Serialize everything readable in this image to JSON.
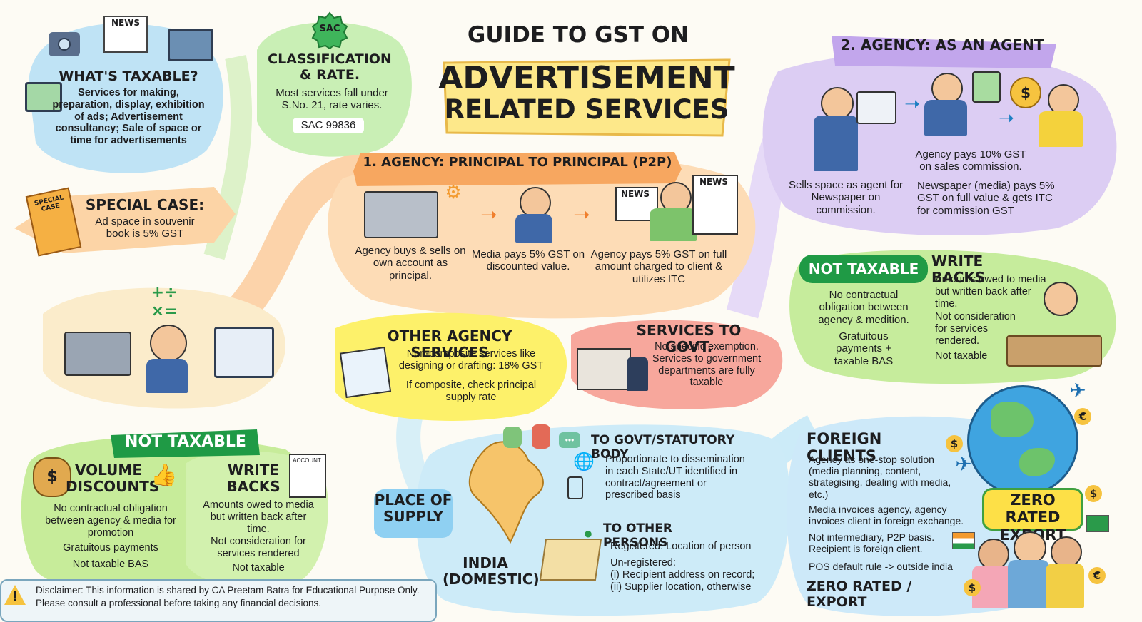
{
  "header": {
    "line1": "GUIDE TO GST ON",
    "line2": "ADVERTISEMENT",
    "line3": "RELATED SERVICES"
  },
  "taxable": {
    "title": "WHAT'S TAXABLE?",
    "body": "Services for making, preparation, display, exhibition of ads; Advertisement consultancy; Sale of space or time for advertisements",
    "news_label": "NEWS"
  },
  "classification": {
    "badge": "SAC",
    "title": "CLASSIFICATION & RATE.",
    "body": "Most services fall under S.No. 21, rate varies.",
    "code": "SAC 99836"
  },
  "special": {
    "book_label": "SPECIAL CASE",
    "title": "SPECIAL CASE:",
    "body": "Ad space in souvenir book is 5% GST"
  },
  "p2p": {
    "banner": "1. AGENCY: PRINCIPAL TO PRINCIPAL (P2P)",
    "step1": "Agency buys & sells on own account as principal.",
    "step2": "Media pays 5% GST on discounted value.",
    "step3": "Agency pays 5% GST on full amount charged to client & utilizes ITC",
    "news1": "NEWS",
    "news2": "NEWS"
  },
  "agent": {
    "banner": "2. AGENCY: AS AN AGENT",
    "left": "Sells space as agent for Newspaper on commission.",
    "right1": "Agency pays 10% GST on sales commission.",
    "right2": "Newspaper (media) pays 5% GST on full value & gets ITC for commission GST"
  },
  "other_services": {
    "title": "OTHER AGENCY SERVICES",
    "body1": "Non-composite services like designing or drafting: 18% GST",
    "body2": "If composite, check principal supply rate"
  },
  "govt": {
    "title": "SERVICES TO GOVT.",
    "body": "No specific exemption. Services to government departments are fully taxable"
  },
  "not_taxable_right": {
    "badge": "NOT TAXABLE",
    "body1": "No contractual obligation between agency & medition.",
    "body2": "Gratuitous payments + taxable BAS",
    "wb_title": "WRITE BACKS",
    "wb_body1": "Amounts owed to media but written back after time.",
    "wb_body2": "Not consideration for services rendered.",
    "wb_body3": "Not taxable"
  },
  "not_taxable_left": {
    "badge": "NOT TAXABLE",
    "vd_title": "VOLUME DISCOUNTS",
    "vd_body": "No contractual obligation between agency & media for promotion",
    "vd_body2": "Gratuitous payments",
    "vd_body3": "Not taxable BAS",
    "wb_title": "WRITE BACKS",
    "wb_body": "Amounts owed to media but written back after time.",
    "wb_body2": "Not consideration for services rendered",
    "wb_body3": "Not taxable",
    "doc_label": "ACCOUNT"
  },
  "place_of_supply": {
    "label": "PLACE OF SUPPLY",
    "india": "INDIA (DOMESTIC)",
    "govt_title": "TO GOVT/STATUTORY BODY",
    "govt_body": "Proportionate to dissemination in each State/UT identified in contract/agreement or prescribed basis",
    "other_title": "TO OTHER PERSONS",
    "other_l1": "Registered: Location of person",
    "other_l2": "Un-registered:",
    "other_l3": "(i) Recipient address on record;",
    "other_l4": "(ii) Supplier location, otherwise"
  },
  "foreign": {
    "title": "FOREIGN CLIENTS",
    "b1": "Agency as one-stop solution (media planning, content, strategising, dealing with media, etc.)",
    "b2": "Media invoices agency, agency invoices client in foreign exchange.",
    "b3": "Not intermediary, P2P basis. Recipient is foreign client.",
    "b4": "POS default rule -> outside india",
    "footer": "ZERO RATED / EXPORT",
    "badge": "ZERO RATED EXPORT"
  },
  "disclaimer": {
    "text": "Disclaimer: This information is shared by CA Preetam Batra for Educational Purpose Only. Please consult a professional before taking any financial decisions."
  },
  "colors": {
    "blue": "#bfe3f5",
    "green": "#c7ec9a",
    "orange": "#fdd9ae",
    "purple": "#dccdf3",
    "yellow": "#fdf16a",
    "red": "#f7a79c",
    "dark_green": "#1f9a45",
    "banner_yellow": "#fde88a"
  }
}
